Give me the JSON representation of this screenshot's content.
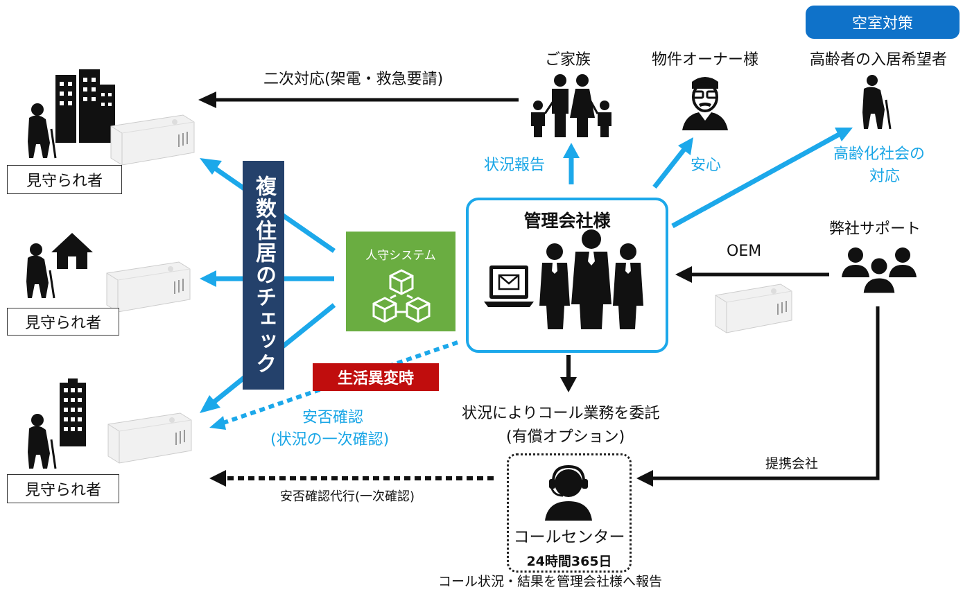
{
  "badge": "空室対策",
  "watched": [
    "見守られ者",
    "見守られ者",
    "見守られ者"
  ],
  "vertical_banner": "複数住居のチェック",
  "system": "人守システム",
  "management": "管理会社様",
  "family": "ご家族",
  "owner": "物件オーナー様",
  "elderly_applicant": "高齢者の入居希望者",
  "secondary_response": "二次対応(架電・救急要請)",
  "status_report": "状況報告",
  "peace_of_mind": "安心",
  "aging_society": [
    "高齢化社会の",
    "対応"
  ],
  "support": "弊社サポート",
  "oem": "OEM",
  "anomaly": "生活異変時",
  "safety_check": [
    "安否確認",
    "(状況の一次確認)"
  ],
  "outsource": [
    "状況によりコール業務を委託",
    "(有償オプション)"
  ],
  "partner": "提携会社",
  "proxy_check": "安否確認代行(一次確認)",
  "call_center": "コールセンター",
  "hours": "24時間365日",
  "report_footer": "コール状況・結果を管理会社様へ報告",
  "colors": {
    "accent_blue": "#1ca8ea",
    "banner_navy": "#24416b",
    "system_green": "#6aad41",
    "alert_red": "#c00d0d",
    "badge_blue": "#0f72c9"
  }
}
